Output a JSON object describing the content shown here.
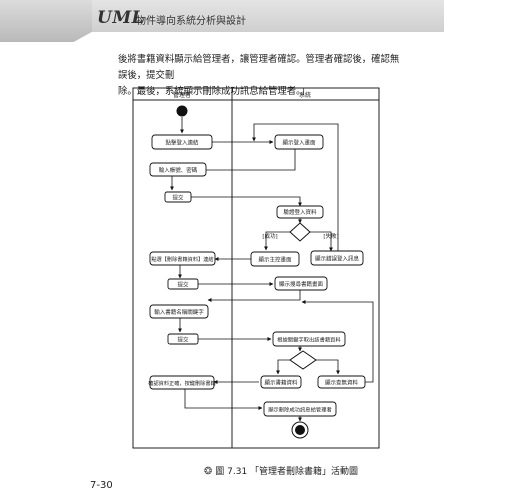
{
  "header": {
    "logo": "UML",
    "book_title": "物件導向系統分析與設計"
  },
  "paragraph": {
    "line1": "後將書籍資料顯示給管理者，讓管理者確認。管理者確認後，確認無誤後，提交刪",
    "line2": "除。最後，系統顯示刪除成功訊息給管理者。」"
  },
  "diagram": {
    "swimlanes": [
      "管理者",
      "系統"
    ],
    "nodes": {
      "click_login": "點擊登入連結",
      "show_login": "顯示登入畫面",
      "enter_credentials": "輸入帳號、密碼",
      "submit_1": "提交",
      "verify": "驗證登入資料",
      "show_admin": "顯示主控畫面",
      "show_error": "顯示錯誤登入訊息",
      "select_delete": "點選【刪除書籍資料】連結",
      "submit_2": "提交",
      "show_search": "顯示搜尋書籍畫面",
      "enter_keyword": "輸入書籍名稱關鍵字",
      "submit_3": "提交",
      "retrieve": "根據關鍵字取出該書籍資料",
      "show_book": "顯示書籍資料",
      "show_no_data": "顯示查無資料",
      "confirm": "確認資料正確，按鍵刪除書籍",
      "show_success": "顯示刪除成功訊息給管理者"
    },
    "guards": {
      "success": "[成功]",
      "fail": "[失敗]"
    }
  },
  "caption": {
    "icon": "figure-icon",
    "label": "圖 7.31 「管理者刪除書籍」活動圖"
  },
  "page_number": "7-30"
}
